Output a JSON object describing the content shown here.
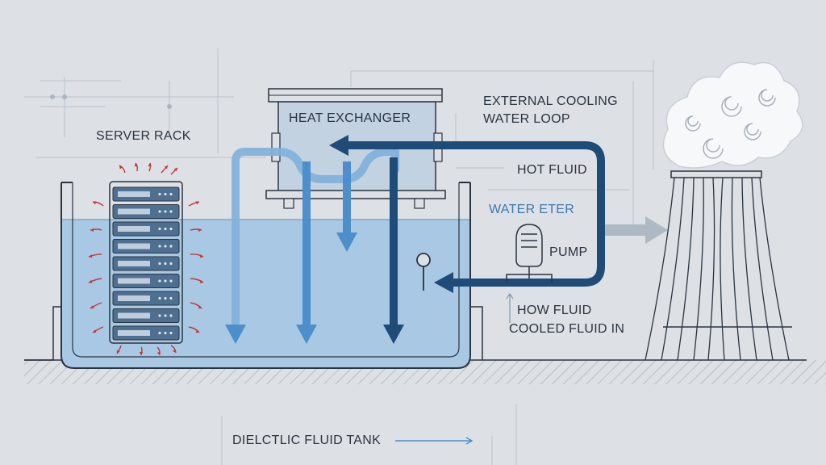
{
  "labels": {
    "server_rack": "SERVER RACK",
    "heat_exchanger": "HEAT EXCHANGER",
    "external_cooling_line1": "EXTERNAL COOLING",
    "external_cooling_line2": "WATER LOOP",
    "hot_fluid": "HOT FLUID",
    "water_meter": "WATER ETER",
    "pump": "PUMP",
    "how_fluid": "HOW FLUID",
    "cooled_fluid_in": "COOLED FLUID IN",
    "tank": "DIELCTLIC FLUID TANK"
  },
  "colors": {
    "background": "#dde0e4",
    "fluid": "#a9c8e3",
    "fluid_edge": "#8cb3d6",
    "hot_loop": "#1f4b78",
    "cool_flow": "#4c8fca",
    "light_flow": "#7fb0dc",
    "heat_arrows": "#c0383a",
    "outline": "#2a3440",
    "server_body": "#4f6f91"
  },
  "icons": [
    "heat-exchanger-icon",
    "server-rack-icon",
    "pump-icon",
    "cooling-tower-icon",
    "steam-icon",
    "valve-icon"
  ]
}
